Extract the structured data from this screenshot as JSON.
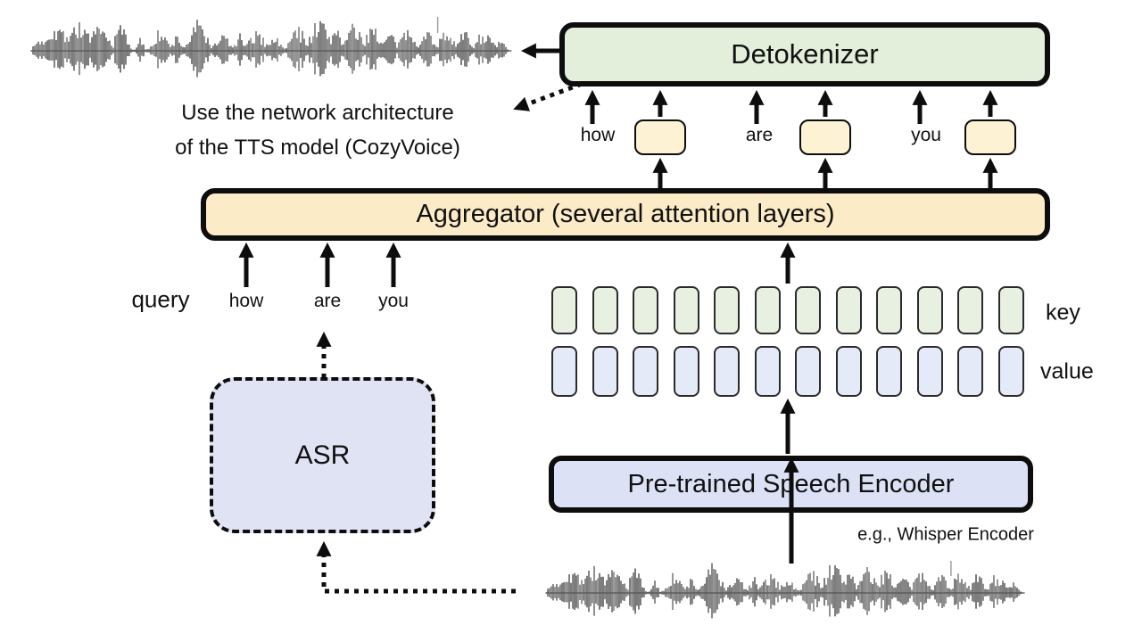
{
  "diagram": {
    "detokenizer": {
      "label": "Detokenizer"
    },
    "tts_note": {
      "line1": "Use the network architecture",
      "line2": "of the TTS model (CozyVoice)"
    },
    "output_words": [
      "how",
      "are",
      "you"
    ],
    "aggregator": {
      "label": "Aggregator (several attention layers)"
    },
    "query": {
      "label": "query",
      "words": [
        "how",
        "are",
        "you"
      ]
    },
    "kv": {
      "key_label": "key",
      "value_label": "value",
      "key_count": 12,
      "value_count": 12
    },
    "asr": {
      "label": "ASR"
    },
    "encoder": {
      "label": "Pre-trained Speech Encoder",
      "caption": "e.g., Whisper Encoder"
    },
    "colors": {
      "detokenizer_fill": "#e3eedb",
      "aggregator_fill": "#fcebc7",
      "token_fill": "#fdf2d4",
      "key_fill": "#e7f0e1",
      "value_fill": "#e4eaf8",
      "asr_fill": "#e0e3f3",
      "encoder_fill": "#dde1f5",
      "outline": "#0d0d0d",
      "waveform": "#595959"
    }
  }
}
